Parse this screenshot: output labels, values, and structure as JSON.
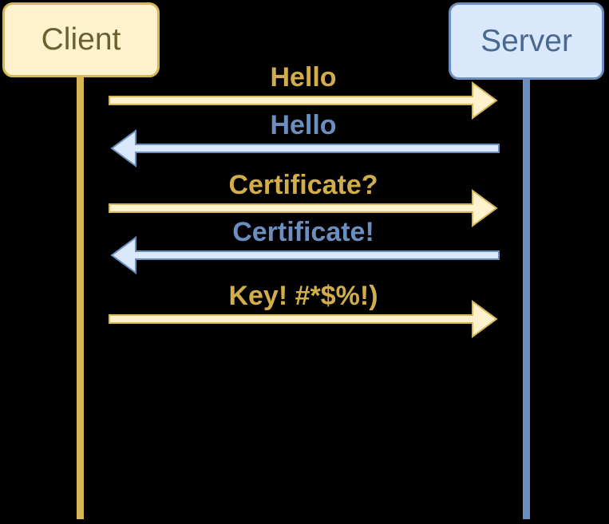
{
  "diagram": {
    "type": "sequence-diagram",
    "background_color": "#000000",
    "actors": [
      {
        "label": "Client",
        "fill": "#FFF2CC",
        "stroke": "#D6B656",
        "text_color": "#6B6030"
      },
      {
        "label": "Server",
        "fill": "#DAE8FC",
        "stroke": "#6C8EBF",
        "text_color": "#4A6890"
      }
    ],
    "messages": [
      {
        "label": "Hello",
        "from": "Client",
        "to": "Server",
        "direction": "right",
        "arrow_fill": "#FFF2CC",
        "arrow_stroke": "#D6B656",
        "label_color": "#D2AD4B"
      },
      {
        "label": "Hello",
        "from": "Server",
        "to": "Client",
        "direction": "left",
        "arrow_fill": "#DAE8FC",
        "arrow_stroke": "#6C8EBF",
        "label_color": "#6C8EBF"
      },
      {
        "label": "Certificate?",
        "from": "Client",
        "to": "Server",
        "direction": "right",
        "arrow_fill": "#FFF2CC",
        "arrow_stroke": "#D6B656",
        "label_color": "#D2AD4B"
      },
      {
        "label": "Certificate!",
        "from": "Server",
        "to": "Client",
        "direction": "left",
        "arrow_fill": "#DAE8FC",
        "arrow_stroke": "#6C8EBF",
        "label_color": "#6C8EBF"
      },
      {
        "label": "Key! #*$%!)",
        "from": "Client",
        "to": "Server",
        "direction": "right",
        "arrow_fill": "#FFF2CC",
        "arrow_stroke": "#D6B656",
        "label_color": "#D2AD4B"
      }
    ]
  }
}
